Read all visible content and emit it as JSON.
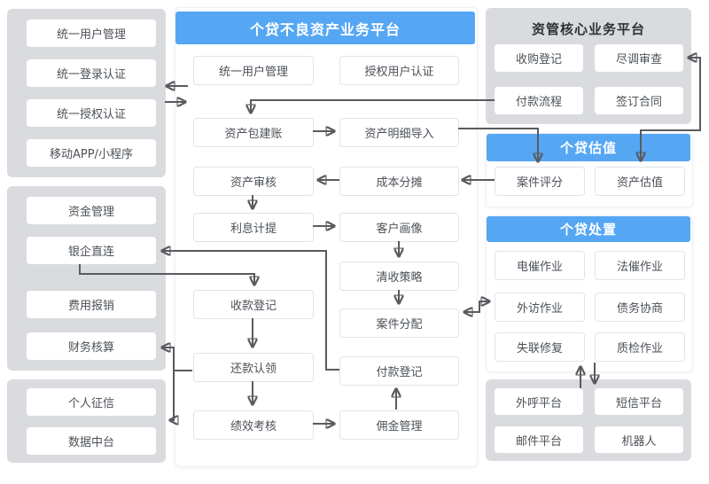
{
  "colors": {
    "accent_blue": "#55a7f4",
    "panel_grey": "#d9dbde",
    "node_border": "#e0e3e8",
    "arrow": "#595b5e",
    "text": "#4c5157"
  },
  "left_column": {
    "identity_panel": {
      "items": [
        "统一用户管理",
        "统一登录认证",
        "统一授权认证",
        "移动APP/小程序"
      ]
    },
    "finance_panel": {
      "items": [
        "资金管理",
        "银企直连",
        "费用报销",
        "财务核算"
      ]
    },
    "data_panel": {
      "items": [
        "个人征信",
        "数据中台"
      ]
    }
  },
  "main_platform": {
    "title": "个贷不良资产业务平台",
    "modules": {
      "user_mgmt": "统一用户管理",
      "auth_user": "授权用户认证",
      "asset_package_setup": "资产包建账",
      "asset_detail_import": "资产明细导入",
      "asset_review": "资产审核",
      "cost_allocation": "成本分摊",
      "interest_accrual": "利息计提",
      "customer_profile": "客户画像",
      "collection_strategy": "清收策略",
      "case_assignment": "案件分配",
      "receipt_registration": "收款登记",
      "repayment_claim": "还款认领",
      "payment_registration": "付款登记",
      "performance_appraisal": "绩效考核",
      "commission_mgmt": "佣金管理"
    }
  },
  "right_column": {
    "core_platform": {
      "title": "资管核心业务平台",
      "modules": {
        "purchase_registration": "收购登记",
        "due_diligence": "尽调审查",
        "payment_flow": "付款流程",
        "contract_signing": "签订合同"
      }
    },
    "valuation": {
      "title": "个贷估值",
      "modules": {
        "case_scoring": "案件评分",
        "asset_valuation": "资产估值"
      }
    },
    "disposal": {
      "title": "个贷处置",
      "modules": {
        "tele_collection": "电催作业",
        "legal_collection": "法催作业",
        "field_visit": "外访作业",
        "debt_negotiation": "债务协商",
        "lost_contact_repair": "失联修复",
        "quality_inspection": "质检作业"
      }
    },
    "channels": {
      "modules": {
        "outbound_call": "外呼平台",
        "sms": "短信平台",
        "email": "邮件平台",
        "robot": "机器人"
      }
    }
  },
  "connections": [
    {
      "from": "npl-platform",
      "to": "sso-login",
      "style": "bidirectional"
    },
    {
      "from": "payment-flow",
      "to": "asset-package-setup"
    },
    {
      "from": "asset-package-setup",
      "to": "asset-detail-import"
    },
    {
      "from": "asset-detail-import",
      "to": "case-scoring"
    },
    {
      "from": "case-scoring",
      "to": "cost-allocation"
    },
    {
      "from": "cost-allocation",
      "to": "asset-review"
    },
    {
      "from": "asset-review",
      "to": "interest-accrual"
    },
    {
      "from": "interest-accrual",
      "to": "customer-profile"
    },
    {
      "from": "customer-profile",
      "to": "collection-strategy"
    },
    {
      "from": "collection-strategy",
      "to": "case-assignment"
    },
    {
      "from": "case-assignment",
      "to": "field-visit",
      "style": "bidirectional"
    },
    {
      "from": "due-diligence",
      "to": "asset-valuation",
      "style": "bidirectional"
    },
    {
      "from": "payment-registration",
      "to": "bank-direct-connect"
    },
    {
      "from": "bank-direct-connect",
      "to": "receipt-registration"
    },
    {
      "from": "receipt-registration",
      "to": "repayment-claim"
    },
    {
      "from": "repayment-claim",
      "to": "performance-appraisal"
    },
    {
      "from": "performance-appraisal",
      "to": "commission-mgmt"
    },
    {
      "from": "commission-mgmt",
      "to": "payment-registration"
    },
    {
      "from": "repayment-claim",
      "to": "financial-accounting"
    },
    {
      "from": "repayment-claim",
      "to": "data-panel"
    },
    {
      "from": "disposal-panel",
      "to": "channels-panel",
      "style": "bidirectional"
    }
  ]
}
